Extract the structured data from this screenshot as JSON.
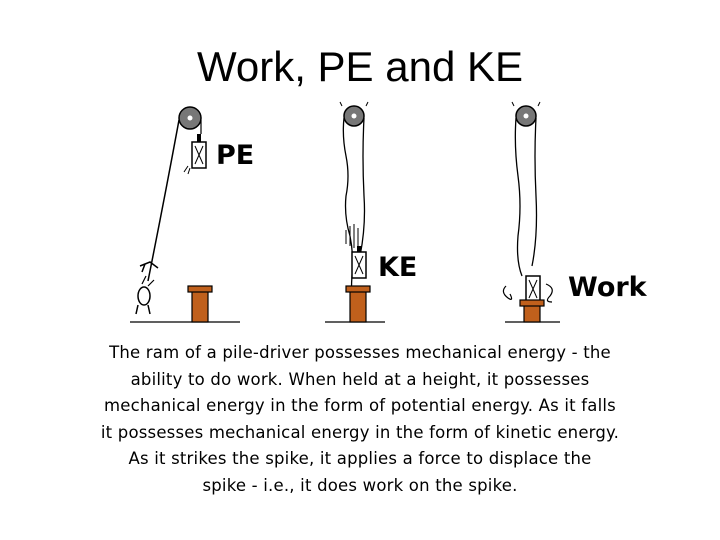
{
  "slide": {
    "title": "Work, PE and KE"
  },
  "panels": [
    {
      "label": "PE"
    },
    {
      "label": "KE"
    },
    {
      "label": "Work"
    }
  ],
  "caption": {
    "lines": [
      "The ram of a pile-driver possesses mechanical energy - the",
      "ability to do work.  When held at a height, it possesses",
      "mechanical energy in the form of potential energy.  As it falls",
      "it possesses mechanical energy in the form of kinetic energy.",
      "As it strikes the spike, it applies a force to displace the",
      "spike - i.e., it does work on the spike."
    ]
  },
  "colors": {
    "spike": "#c0601c",
    "ink": "#000000"
  }
}
